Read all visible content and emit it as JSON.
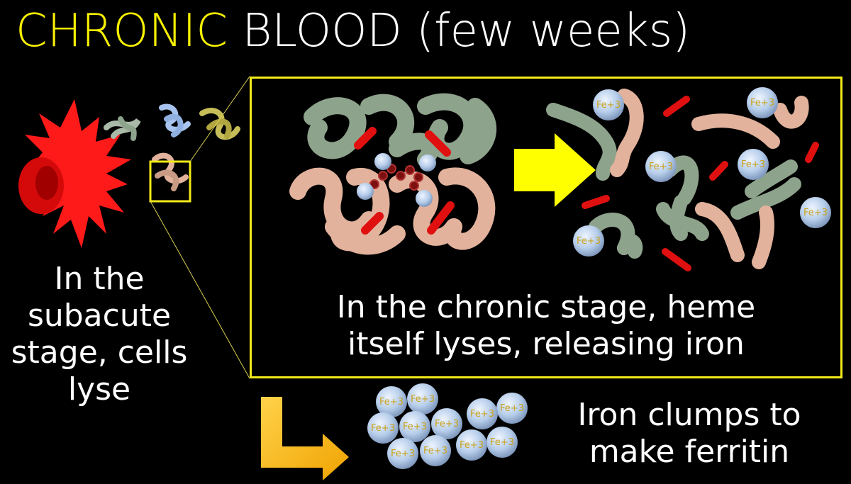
{
  "title": {
    "highlight": "CHRONIC",
    "rest": " BLOOD (few weeks)"
  },
  "colors": {
    "highlight": "#f7f000",
    "box_border": "#f3ea19",
    "arrow_yellow": "#ffff00",
    "arrow_orange": "#f5b400",
    "heme": "#e01010",
    "iron_ball": "#b6cdea",
    "globin_green": "#8ea38c",
    "globin_pink": "#e2b29c"
  },
  "left_caption": [
    "In the",
    "subacute",
    "stage, cells",
    "lyse"
  ],
  "box_caption": [
    "In the chronic stage, heme",
    "itself lyses, releasing iron"
  ],
  "ferritin_caption": [
    "Iron clumps to",
    "make ferritin"
  ],
  "iron_label": "Fe+3",
  "icons": [
    "lysed-cell-icon",
    "globin-chain-icon",
    "iron-ion-icon",
    "heme-group-icon",
    "right-arrow-icon",
    "elbow-arrow-icon"
  ]
}
